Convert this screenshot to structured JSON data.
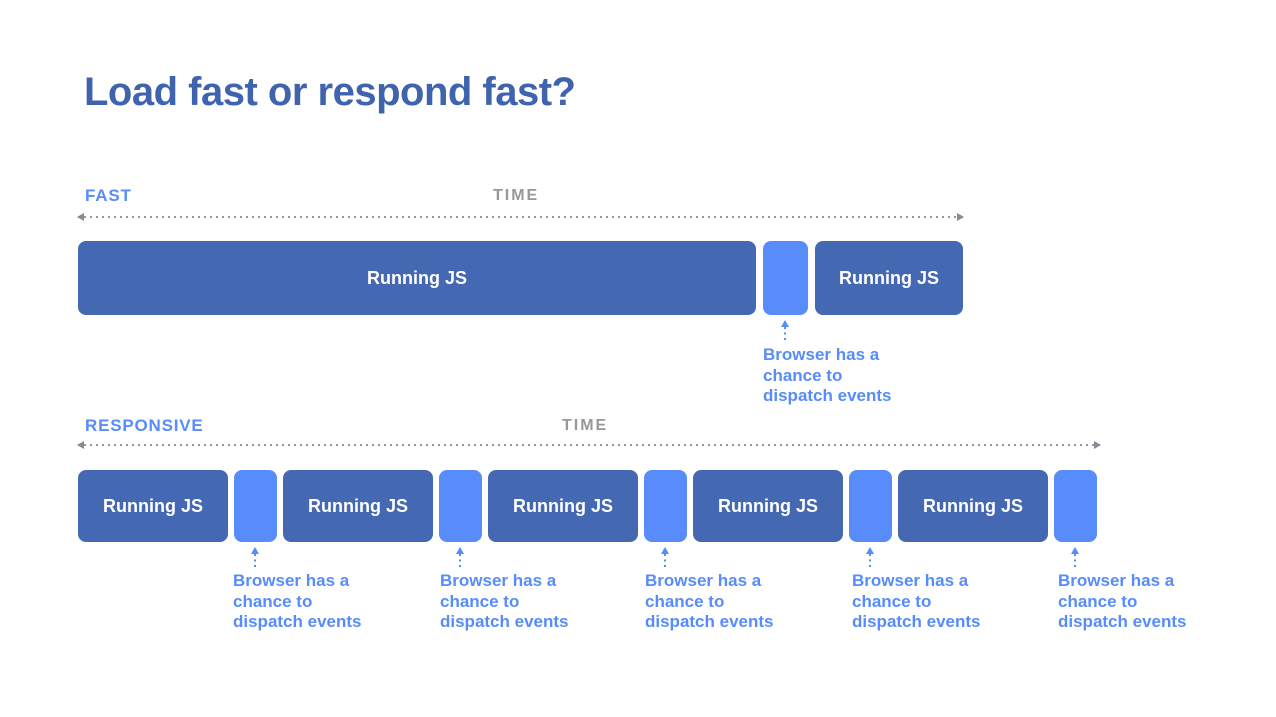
{
  "title": "Load fast or respond fast?",
  "colors": {
    "title_blue": "#3f63ae",
    "bar_dark_blue": "#4468b1",
    "accent_light_blue": "#578cfa",
    "time_gray": "#97989c",
    "axis_dot_gray": "#9298a3",
    "bar_text": "#ffffff",
    "background": "#ffffff"
  },
  "fast": {
    "label": "FAST",
    "time_label": "TIME",
    "segments": [
      {
        "type": "running-js",
        "label": "Running JS"
      },
      {
        "type": "event-gap",
        "label": ""
      },
      {
        "type": "running-js",
        "label": "Running JS"
      }
    ],
    "annotations": [
      {
        "lines": [
          "Browser has a",
          "chance to",
          "dispatch events"
        ]
      }
    ]
  },
  "responsive": {
    "label": "RESPONSIVE",
    "time_label": "TIME",
    "segments": [
      {
        "type": "running-js",
        "label": "Running JS"
      },
      {
        "type": "event-gap",
        "label": ""
      },
      {
        "type": "running-js",
        "label": "Running JS"
      },
      {
        "type": "event-gap",
        "label": ""
      },
      {
        "type": "running-js",
        "label": "Running JS"
      },
      {
        "type": "event-gap",
        "label": ""
      },
      {
        "type": "running-js",
        "label": "Running JS"
      },
      {
        "type": "event-gap",
        "label": ""
      },
      {
        "type": "running-js",
        "label": "Running JS"
      },
      {
        "type": "event-gap",
        "label": ""
      }
    ],
    "annotations": [
      {
        "lines": [
          "Browser has a",
          "chance to",
          "dispatch events"
        ]
      },
      {
        "lines": [
          "Browser has a",
          "chance to",
          "dispatch events"
        ]
      },
      {
        "lines": [
          "Browser has a",
          "chance to",
          "dispatch events"
        ]
      },
      {
        "lines": [
          "Browser has a",
          "chance to",
          "dispatch events"
        ]
      },
      {
        "lines": [
          "Browser has a",
          "chance to",
          "dispatch events"
        ]
      }
    ]
  }
}
